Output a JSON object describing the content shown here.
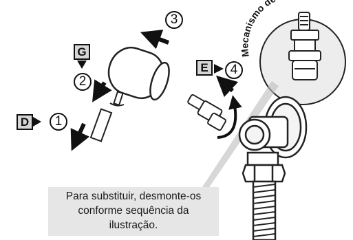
{
  "callout": {
    "label": "Mecanismo de vedação"
  },
  "note": {
    "lines": [
      "Para substituir, desmonte-os",
      "conforme sequência da",
      "ilustração."
    ]
  },
  "steps": [
    {
      "number": "1",
      "tag": "D"
    },
    {
      "number": "2",
      "tag": "G"
    },
    {
      "number": "3",
      "tag": ""
    },
    {
      "number": "4",
      "tag": "E"
    }
  ]
}
